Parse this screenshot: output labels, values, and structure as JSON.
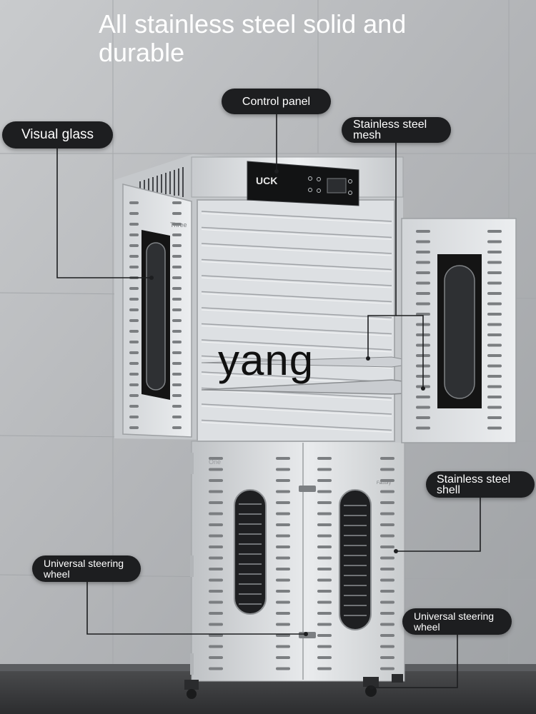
{
  "headline": "All stainless steel solid and durable",
  "callouts": {
    "control_panel": "Control panel",
    "visual_glass": "Visual glass",
    "stainless_steel_mesh": "Stainless steel mesh",
    "stainless_steel_shell": "Stainless steel shell",
    "universal_steering_wheel_left": "Universal steering wheel",
    "universal_steering_wheel_right": "Universal steering wheel"
  },
  "product": {
    "brand_logo": "UCK",
    "left_door_mark": "Three",
    "lower_left_mark": "One",
    "lower_right_mark": "Factory"
  },
  "watermark": "yang",
  "colors": {
    "callout_bg": "#1d1e20",
    "callout_text": "#ffffff",
    "wall": "#b9bbbd",
    "floor": "#3a3b3d",
    "steel": "#d9dcdf",
    "window_glass": "#141414"
  },
  "icons": {
    "leader_dot": "leader-dot-icon"
  }
}
